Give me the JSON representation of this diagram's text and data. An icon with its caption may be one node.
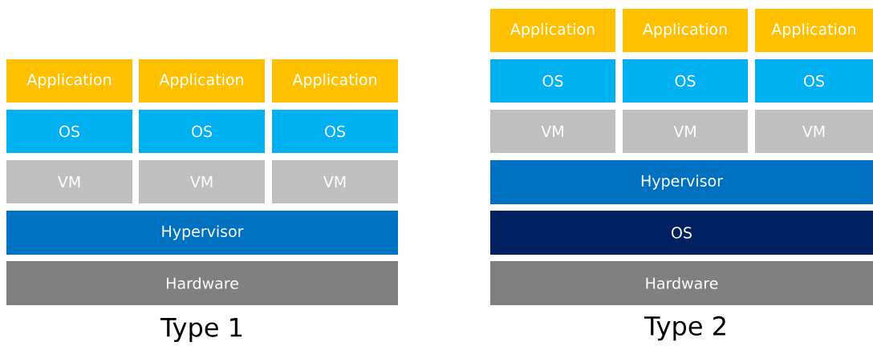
{
  "diagram": {
    "nodes": [
      {
        "text": [
          "Application"
        ]
      },
      {
        "text": [
          "Application"
        ]
      },
      {
        "text": [
          "Application"
        ]
      },
      {
        "text": [
          "OS"
        ]
      },
      {
        "text": [
          "OS"
        ]
      },
      {
        "text": [
          "OS"
        ]
      },
      {
        "text": [
          "VM"
        ]
      },
      {
        "text": [
          "VM"
        ]
      },
      {
        "text": [
          "VM"
        ]
      },
      {
        "text": [
          "Hypervisor"
        ]
      },
      {
        "text": [
          "Hardware"
        ]
      },
      {
        "text": [
          "Application"
        ]
      },
      {
        "text": [
          "Application"
        ]
      },
      {
        "text": [
          "Application"
        ]
      },
      {
        "text": [
          "OS"
        ]
      },
      {
        "text": [
          "OS"
        ]
      },
      {
        "text": [
          "OS"
        ]
      },
      {
        "text": [
          "VM"
        ]
      },
      {
        "text": [
          "VM"
        ]
      },
      {
        "text": [
          "VM"
        ]
      },
      {
        "text": [
          "Hypervisor"
        ]
      },
      {
        "text": [
          "OS"
        ]
      },
      {
        "text": [
          "Hardware"
        ]
      }
    ],
    "labels": [
      "Type 1",
      "Type 2"
    ]
  }
}
